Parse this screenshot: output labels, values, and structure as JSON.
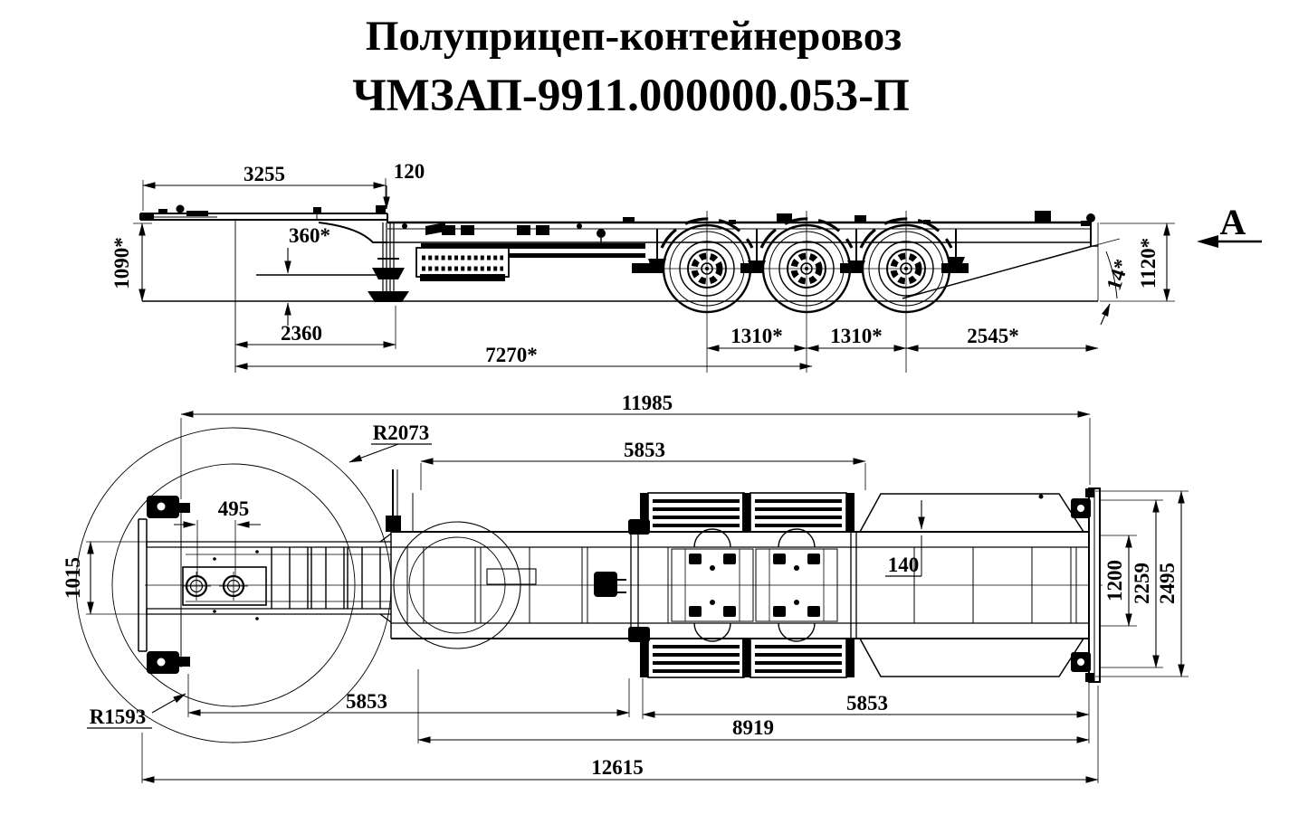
{
  "title": {
    "line1": "Полуприцеп-контейнеровоз",
    "line2": "ЧМЗАП-9911.000000.053-П"
  },
  "colors": {
    "ink": "#000000",
    "paper": "#ffffff"
  },
  "side_view": {
    "view_arrow_label": "А",
    "dims": {
      "front_deck_length": "3255",
      "deck_step": "120",
      "fifth_wheel_height": "360*",
      "front_height": "1090*",
      "kingpin_to_support": "2360",
      "kingpin_to_bogie": "7270*",
      "axle_spacing_1": "1310*",
      "axle_spacing_2": "1310*",
      "rear_overhang": "2545*",
      "rear_height": "1120*",
      "ramp_angle": "14*"
    }
  },
  "plan_view": {
    "dims": {
      "frame_length": "11985",
      "front_swing_radius": "R2073",
      "container_span_top": "5853",
      "kingpin_offset": "495",
      "gooseneck_width": "1015",
      "crossmember_offset": "140",
      "frame_inner_width": "1200",
      "lock_width": "2259",
      "overall_width": "2495",
      "rear_swing_radius": "R1593",
      "segment_front": "5853",
      "segment_rear": "5853",
      "locks_span": "8919",
      "overall_length": "12615"
    }
  }
}
